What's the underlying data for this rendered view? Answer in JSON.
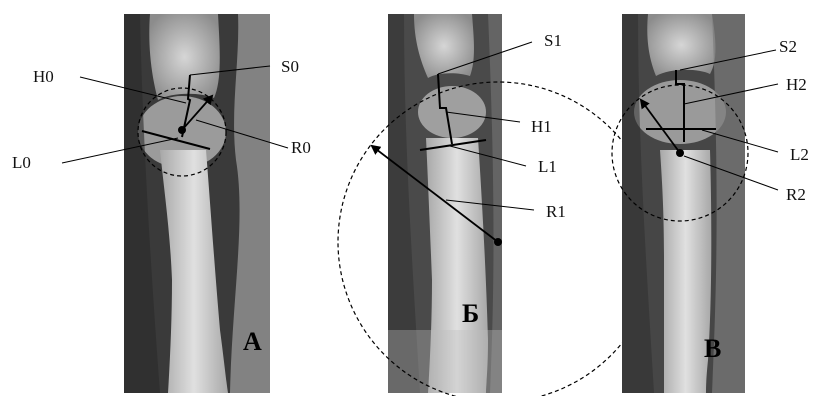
{
  "figure": {
    "panels": [
      {
        "id": "A",
        "letter": "А",
        "labels": {
          "S": "S0",
          "H": "H0",
          "L": "L0",
          "R": "R0"
        }
      },
      {
        "id": "B",
        "letter": "Б",
        "labels": {
          "S": "S1",
          "H": "H1",
          "L": "L1",
          "R": "R1"
        }
      },
      {
        "id": "C",
        "letter": "В",
        "labels": {
          "S": "S2",
          "H": "H2",
          "L": "L2",
          "R": "R2"
        }
      }
    ]
  },
  "colors": {
    "background": "#ffffff",
    "xray_dark": "#2f2f2f",
    "xray_bone": "#c9c9c9",
    "annotation": "#000000"
  }
}
